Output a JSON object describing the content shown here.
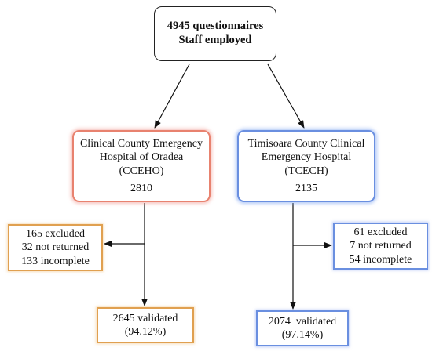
{
  "root": {
    "line1": "4945 questionnaires",
    "line2": "Staff employed"
  },
  "left": {
    "hospital_name": "Clinical County Emergency Hospital of Oradea (CCEHO)",
    "count": "2810",
    "excluded": [
      "165 excluded",
      "32 not returned",
      "133 incomplete"
    ],
    "validated": "2645 validated",
    "validated_pct": "(94.12%)"
  },
  "right": {
    "hospital_name": "Timisoara County Clinical Emergency Hospital (TCECH)",
    "count": "2135",
    "excluded": [
      "61 excluded",
      "7 not returned",
      "54 incomplete"
    ],
    "validated": "2074  validated",
    "validated_pct": "(97.14%)"
  },
  "colors": {
    "left_accent": "#e8826f",
    "right_accent": "#6a8fe0",
    "outcome_accent_left": "#e0a050"
  }
}
